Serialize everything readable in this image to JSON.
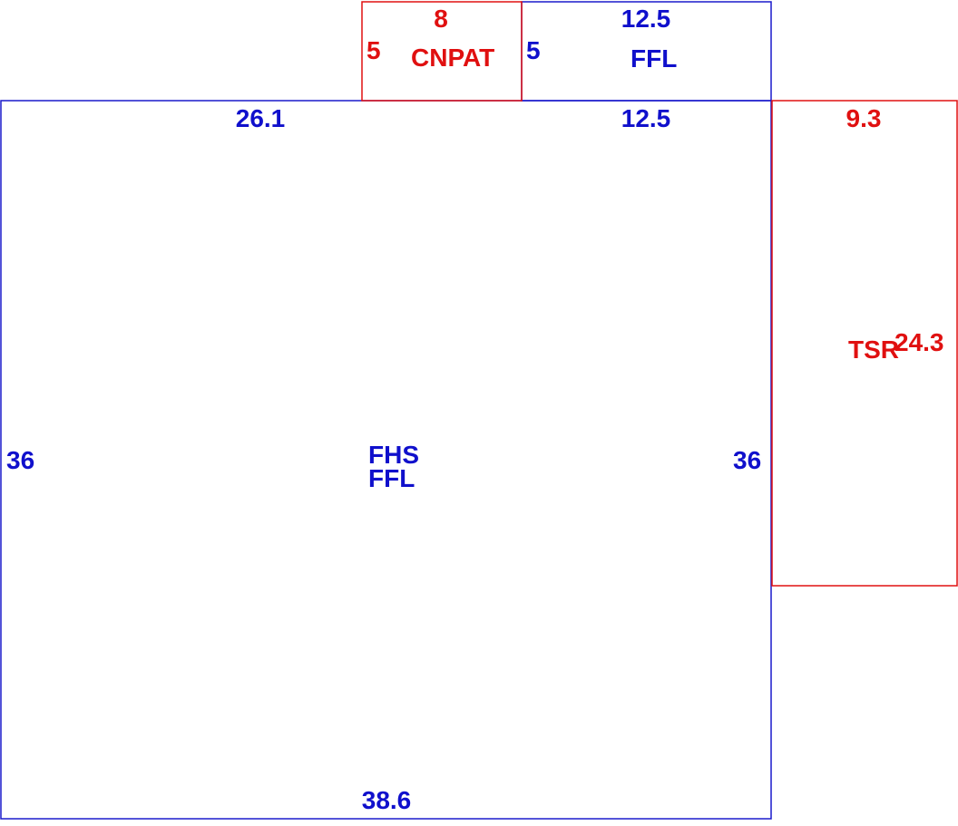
{
  "colors": {
    "main": "#1010cc",
    "accent": "#e01010"
  },
  "rooms": {
    "fhs": {
      "label_top": "FHS",
      "label_bottom": "FFL",
      "dim_top_left": "26.1",
      "dim_top_right": "12.5",
      "dim_left": "36",
      "dim_right": "36",
      "dim_bottom": "38.6"
    },
    "ffl_upper": {
      "label": "FFL",
      "dim_top": "12.5",
      "dim_left": "5"
    },
    "cnpat": {
      "label": "CNPAT",
      "dim_top": "8",
      "dim_left": "5"
    },
    "tsr": {
      "label": "TSR",
      "dim_top": "9.3",
      "dim_right": "24.3"
    }
  }
}
